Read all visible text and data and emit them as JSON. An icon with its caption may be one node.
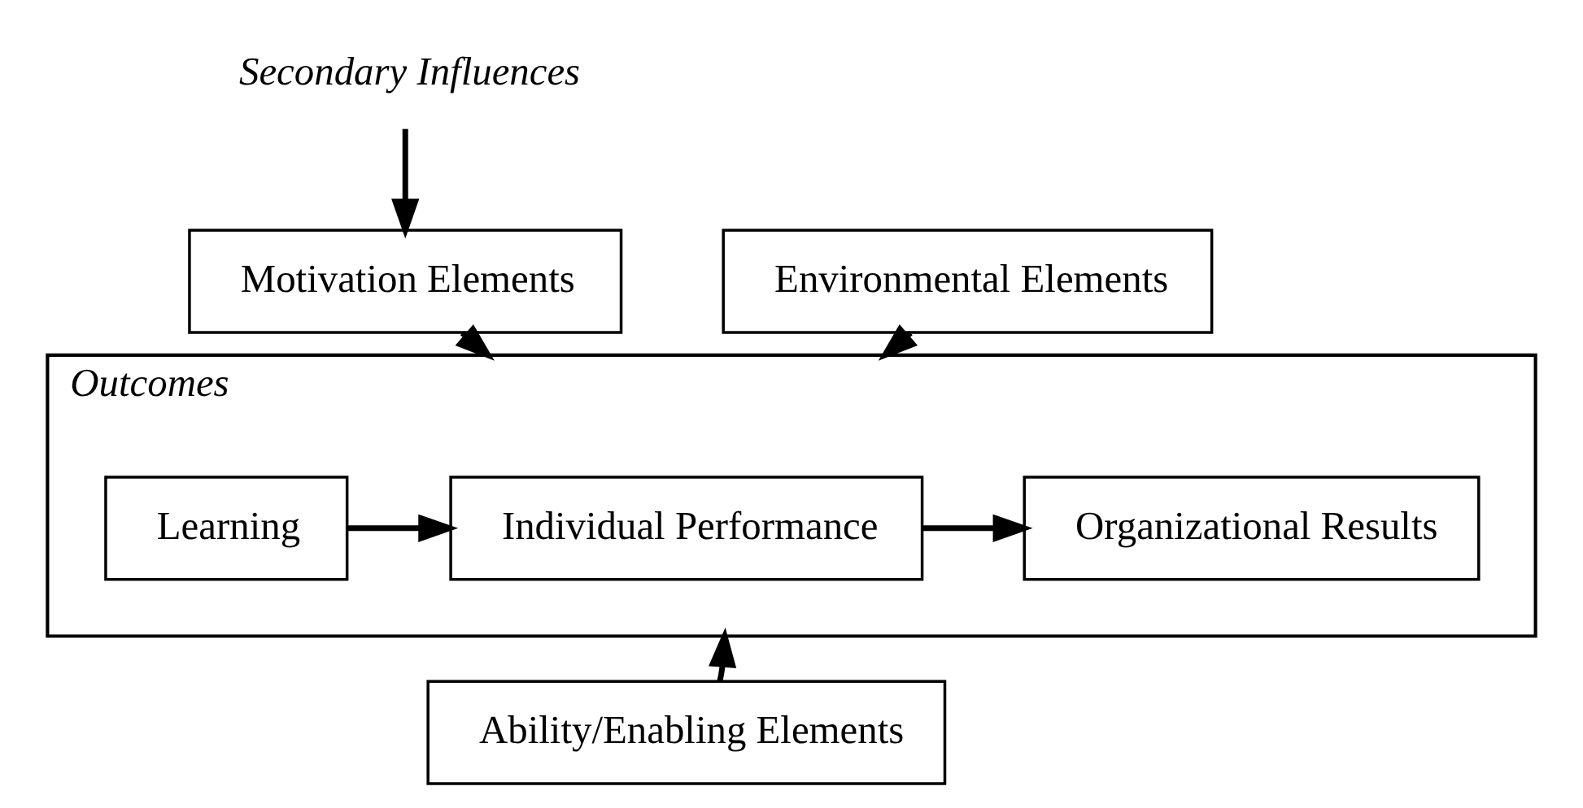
{
  "diagram": {
    "nodes": [
      {
        "text": [
          "Secondary Influences"
        ]
      },
      {
        "text": [
          "Motivation Elements"
        ]
      },
      {
        "text": [
          "Environmental Elements"
        ]
      },
      {
        "text": [
          "Outcomes"
        ]
      },
      {
        "text": [
          "Learning"
        ],
        "in": 3
      },
      {
        "text": [
          "Individual Performance"
        ],
        "in": 3
      },
      {
        "text": [
          "Organizational Results"
        ],
        "in": 3
      },
      {
        "text": [
          "Ability/Enabling Elements"
        ]
      }
    ],
    "edges": [
      {
        "from": 0,
        "to": 1,
        "arrow": "to"
      },
      {
        "from": 1,
        "to": 3,
        "arrow": "to"
      },
      {
        "from": 2,
        "to": 3,
        "arrow": "to"
      },
      {
        "from": 4,
        "to": 5,
        "arrow": "to"
      },
      {
        "from": 5,
        "to": 6,
        "arrow": "to"
      },
      {
        "from": 7,
        "to": 3,
        "arrow": "to"
      }
    ]
  }
}
